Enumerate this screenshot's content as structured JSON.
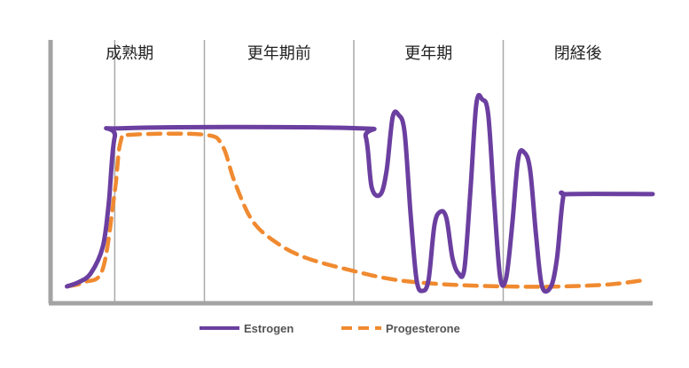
{
  "chart_data": {
    "type": "line",
    "title": "",
    "xlabel": "",
    "ylabel": "",
    "ylim": [
      0,
      1
    ],
    "grid": false,
    "legend_position": "bottom-center",
    "phases": [
      {
        "label": "成熟期",
        "start": 0.0,
        "end": 0.25
      },
      {
        "label": "更年期前",
        "start": 0.25,
        "end": 0.5
      },
      {
        "label": "更年期",
        "start": 0.5,
        "end": 0.75
      },
      {
        "label": "閉経後",
        "start": 0.75,
        "end": 1.0
      }
    ],
    "reference_lines": [
      0.1,
      0.25,
      0.5,
      0.75
    ],
    "series": [
      {
        "name": "Estrogen",
        "color": "#6b3fa0",
        "style": "solid",
        "points": [
          [
            0.02,
            0.02
          ],
          [
            0.04,
            0.04
          ],
          [
            0.06,
            0.08
          ],
          [
            0.08,
            0.2
          ],
          [
            0.09,
            0.4
          ],
          [
            0.1,
            0.7
          ],
          [
            0.12,
            0.74
          ],
          [
            0.5,
            0.74
          ],
          [
            0.52,
            0.7
          ],
          [
            0.53,
            0.47
          ],
          [
            0.545,
            0.44
          ],
          [
            0.555,
            0.55
          ],
          [
            0.565,
            0.79
          ],
          [
            0.575,
            0.8
          ],
          [
            0.585,
            0.72
          ],
          [
            0.595,
            0.35
          ],
          [
            0.605,
            0.05
          ],
          [
            0.615,
            0.0
          ],
          [
            0.625,
            0.05
          ],
          [
            0.635,
            0.3
          ],
          [
            0.645,
            0.36
          ],
          [
            0.655,
            0.33
          ],
          [
            0.665,
            0.15
          ],
          [
            0.675,
            0.08
          ],
          [
            0.685,
            0.1
          ],
          [
            0.695,
            0.45
          ],
          [
            0.705,
            0.85
          ],
          [
            0.715,
            0.87
          ],
          [
            0.725,
            0.8
          ],
          [
            0.735,
            0.4
          ],
          [
            0.745,
            0.06
          ],
          [
            0.755,
            0.06
          ],
          [
            0.765,
            0.3
          ],
          [
            0.775,
            0.6
          ],
          [
            0.785,
            0.63
          ],
          [
            0.795,
            0.55
          ],
          [
            0.805,
            0.25
          ],
          [
            0.815,
            0.02
          ],
          [
            0.83,
            0.02
          ],
          [
            0.84,
            0.15
          ],
          [
            0.85,
            0.42
          ],
          [
            0.86,
            0.44
          ],
          [
            1.0,
            0.44
          ]
        ]
      },
      {
        "name": "Progesterone",
        "color": "#f08a30",
        "style": "dashed",
        "points": [
          [
            0.02,
            0.02
          ],
          [
            0.05,
            0.04
          ],
          [
            0.08,
            0.1
          ],
          [
            0.1,
            0.45
          ],
          [
            0.11,
            0.68
          ],
          [
            0.13,
            0.71
          ],
          [
            0.25,
            0.71
          ],
          [
            0.28,
            0.66
          ],
          [
            0.3,
            0.5
          ],
          [
            0.33,
            0.32
          ],
          [
            0.37,
            0.22
          ],
          [
            0.42,
            0.15
          ],
          [
            0.5,
            0.09
          ],
          [
            0.57,
            0.05
          ],
          [
            0.65,
            0.03
          ],
          [
            0.75,
            0.02
          ],
          [
            0.85,
            0.02
          ],
          [
            0.93,
            0.03
          ],
          [
            0.99,
            0.05
          ]
        ]
      }
    ]
  }
}
